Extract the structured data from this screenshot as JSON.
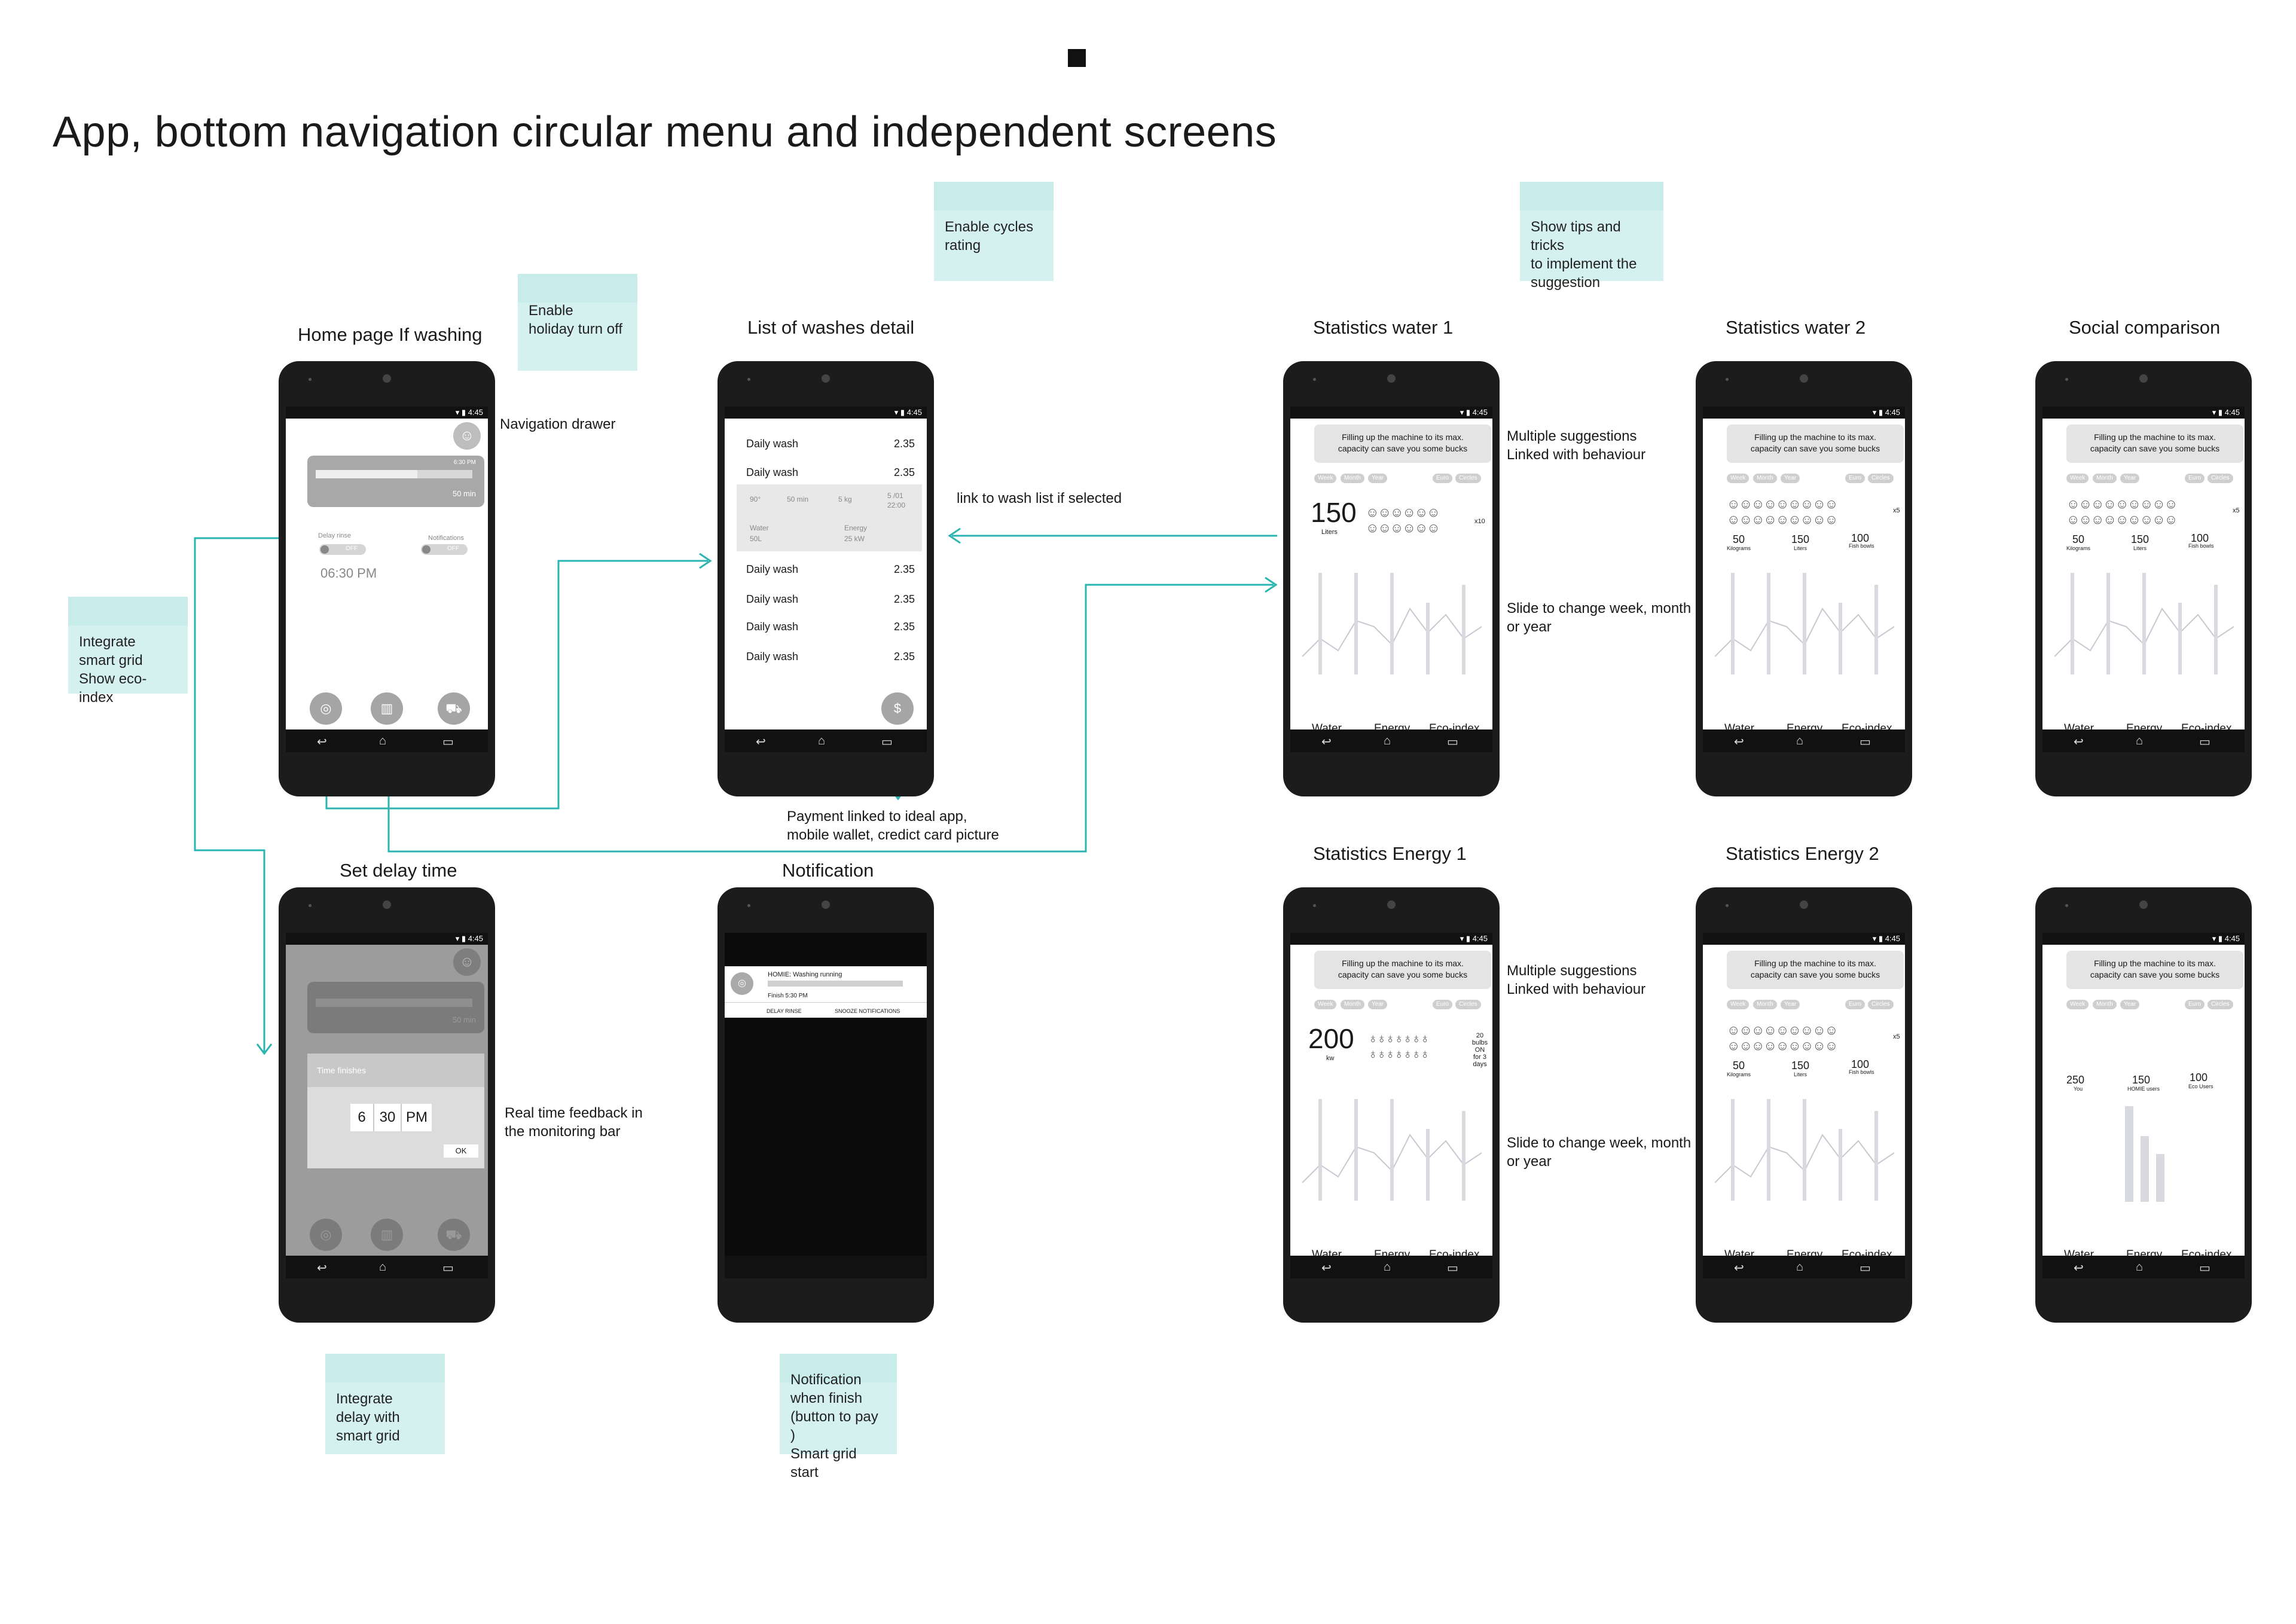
{
  "title": "App,  bottom navigation circular menu and  independent screens",
  "status_time": "4:45",
  "stickies": {
    "enable_holiday": [
      "Enable",
      "holiday turn off"
    ],
    "enable_cycles": [
      "Enable cycles",
      "rating"
    ],
    "show_tips": [
      "Show tips and tricks",
      "to implement the",
      "suggestion"
    ],
    "integrate_smart": [
      "Integrate",
      "smart grid",
      "Show eco-index"
    ],
    "integrate_delay": [
      "Integrate",
      "delay with",
      "smart grid"
    ],
    "notification_finish": [
      "Notification",
      "when finish",
      "(button to pay )",
      "Smart grid start"
    ]
  },
  "screen_labels": {
    "home": "Home page   If washing",
    "list": "List of washes detail",
    "water1": "Statistics  water 1",
    "water2": "Statistics  water 2",
    "social": "Social comparison",
    "delay": "Set delay time",
    "notification": "Notification",
    "energy1": "Statistics Energy 1",
    "energy2": "Statistics  Energy  2"
  },
  "annotations": {
    "nav_drawer": "Navigation drawer",
    "link_list": "link to wash list if selected",
    "payment": [
      "Payment linked to ideal app,",
      "mobile wallet, credict card picture"
    ],
    "multi_sugg_top": [
      "Multiple suggestions",
      "Linked with behaviour"
    ],
    "slide_top": [
      "Slide to change week, month",
      "or year"
    ],
    "multi_sugg_bottom": [
      "Multiple suggestions",
      "Linked with behaviour"
    ],
    "slide_bottom": [
      "Slide to change week, month",
      "or year"
    ],
    "realtime": [
      "Real time feedback in",
      "the monitoring bar"
    ]
  },
  "home": {
    "bar_time": "6:30 PM",
    "bar_duration": "50 min",
    "delay_rinse": "Delay rinse",
    "notifications": "Notifications",
    "off": "OFF",
    "time": "06:30 PM"
  },
  "list": {
    "rows": [
      {
        "label": "Daily wash",
        "value": "2.35"
      },
      {
        "label": "Daily wash",
        "value": "2.35"
      },
      {
        "label": "Daily wash",
        "value": "2.35"
      },
      {
        "label": "Daily wash",
        "value": "2.35"
      },
      {
        "label": "Daily wash",
        "value": "2.35"
      },
      {
        "label": "Daily wash",
        "value": "2.35"
      }
    ],
    "detail": [
      "90°",
      "50 min",
      "5 kg",
      "5 /01",
      "22:00",
      "Water",
      "50L",
      "Energy",
      "25 kW"
    ],
    "pay_symbol": "$"
  },
  "stats": {
    "suggestion": [
      "Filling up the machine to its max.",
      "capacity can save you some bucks"
    ],
    "pills": [
      "Week",
      "Month",
      "Year",
      "Euro",
      "Circles"
    ],
    "tabs": [
      "Water",
      "Energy",
      "Eco-index"
    ],
    "water1_value": "150",
    "water1_unit": "Liters",
    "water1_mult": "x10",
    "energy1_value": "200",
    "energy1_unit": "kw",
    "energy1_note": [
      "20",
      "bulbs ON",
      "for 3 days"
    ],
    "mult5": "x5",
    "eq": [
      {
        "v": "50",
        "u": "Kilograms"
      },
      {
        "v": "150",
        "u": "Liters"
      },
      {
        "v": "100",
        "u": "Fish bowls"
      }
    ],
    "social": [
      {
        "v": "250",
        "u": "You"
      },
      {
        "v": "150",
        "u": "HOMIE users"
      },
      {
        "v": "100",
        "u": "Eco Users"
      }
    ]
  },
  "delay": {
    "header": "Time finishes",
    "hour": "6",
    "minute": "30",
    "ampm": "PM",
    "ok": "OK"
  },
  "notification": {
    "title": "HOMIE: Washing running",
    "finish": "Finish 5:30 PM",
    "btn1": "DELAY RINSE",
    "btn2": "SNOOZE NOTIFICATIONS"
  }
}
